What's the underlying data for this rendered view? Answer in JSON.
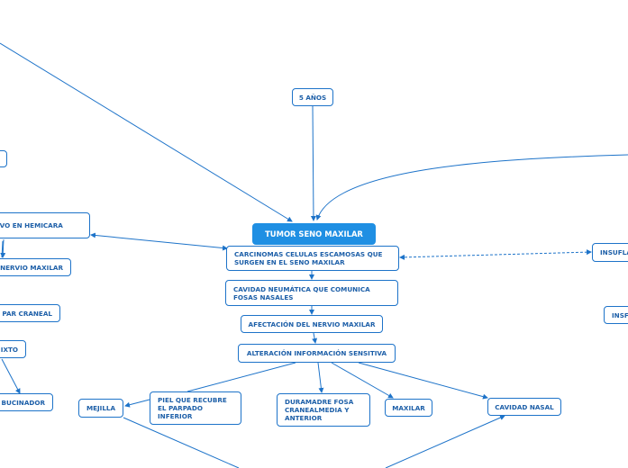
{
  "colors": {
    "accent": "#1f8fe3",
    "line": "#1d73c9",
    "text": "#1d5fa8"
  },
  "nodes": {
    "central": "TUMOR SENO MAXILAR",
    "five_years": "5 AÑOS",
    "carcinomas": "CARCINOMAS CELULAS ESCAMOSAS QUE SURGEN EN EL SENO MAXILAR",
    "cavidad_neumatica": "CAVIDAD NEUMÁTICA QUE COMUNICA FOSAS NASALES",
    "afectacion": "AFECTACIÓN DEL NERVIO MAXILAR",
    "alteracion": "ALTERACIÓN INFORMACIÓN SENSITIVA",
    "mejilla": "MEJILLA",
    "piel": "PIEL QUE RECUBRE EL PARPADO INFERIOR",
    "duramadre": "DURAMADRE FOSA CRANEALMEDIA Y ANTERIOR",
    "maxilar": "MAXILAR",
    "cavidad_nasal": "CAVIDAD NASAL",
    "hemicara": "IVO EN HEMICARA",
    "nervio_maxilar": "NERVIO MAXILAR",
    "par_craneal": "PAR CRANEAL",
    "ixto": "IXTO",
    "bucinador": "BUCINADOR",
    "insufla1": "INSUFLA",
    "insufla2": "INSF"
  }
}
